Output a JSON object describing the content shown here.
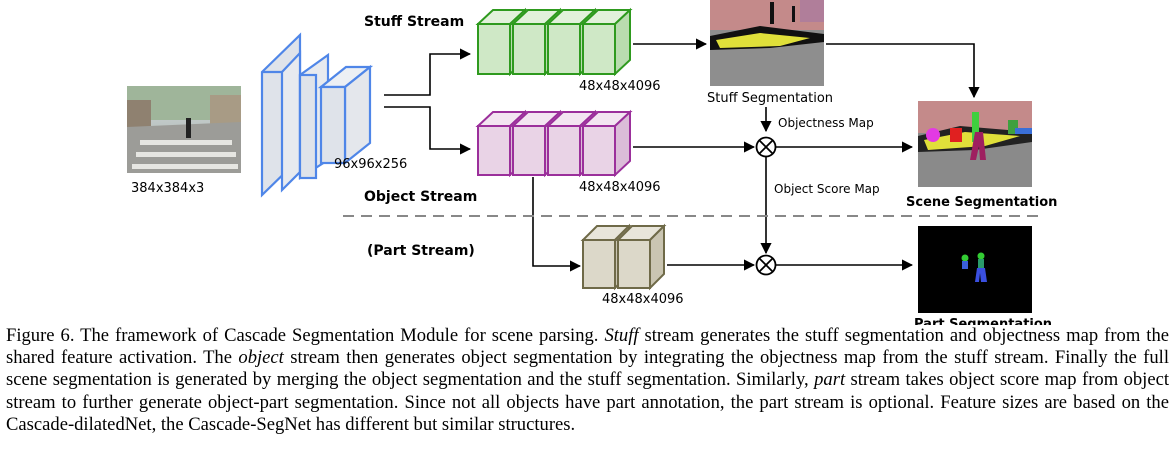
{
  "figure": {
    "input_label": "384x384x3",
    "backbone_label": "96x96x256",
    "stuff_stream_label": "Stuff Stream",
    "object_stream_label": "Object Stream",
    "part_stream_label": "(Part Stream)",
    "stuff_feature_label": "48x48x4096",
    "object_feature_label": "48x48x4096",
    "part_feature_label": "48x48x4096",
    "stuff_seg_label": "Stuff Segmentation",
    "objectness_map_label": "Objectness Map",
    "object_score_map_label": "Object Score Map",
    "scene_seg_label": "Scene Segmentation",
    "part_seg_label": "Part Segmentation",
    "colors": {
      "backbone": "#4f86e8",
      "stuff": "#2e9a1e",
      "object": "#9b2f9b",
      "part": "#6f6a48"
    }
  },
  "caption": {
    "prefix": "Figure 6. The framework of Cascade Segmentation Module for scene parsing. ",
    "stuff_word": "Stuff",
    "part1": " stream generates the stuff segmentation and objectness map from the shared feature activation. The ",
    "object_word": "object",
    "part2": " stream then generates object segmentation by integrating the objectness map from the stuff stream. Finally the full scene segmentation is generated by merging the object segmentation and the stuff segmentation. Similarly, ",
    "part_word": "part",
    "part3": " stream takes object score map from object stream to further generate object-part segmentation. Since not all objects have part annotation, the part stream is optional. Feature sizes are based on the Cascade-dilatedNet, the Cascade-SegNet has different but similar structures."
  }
}
